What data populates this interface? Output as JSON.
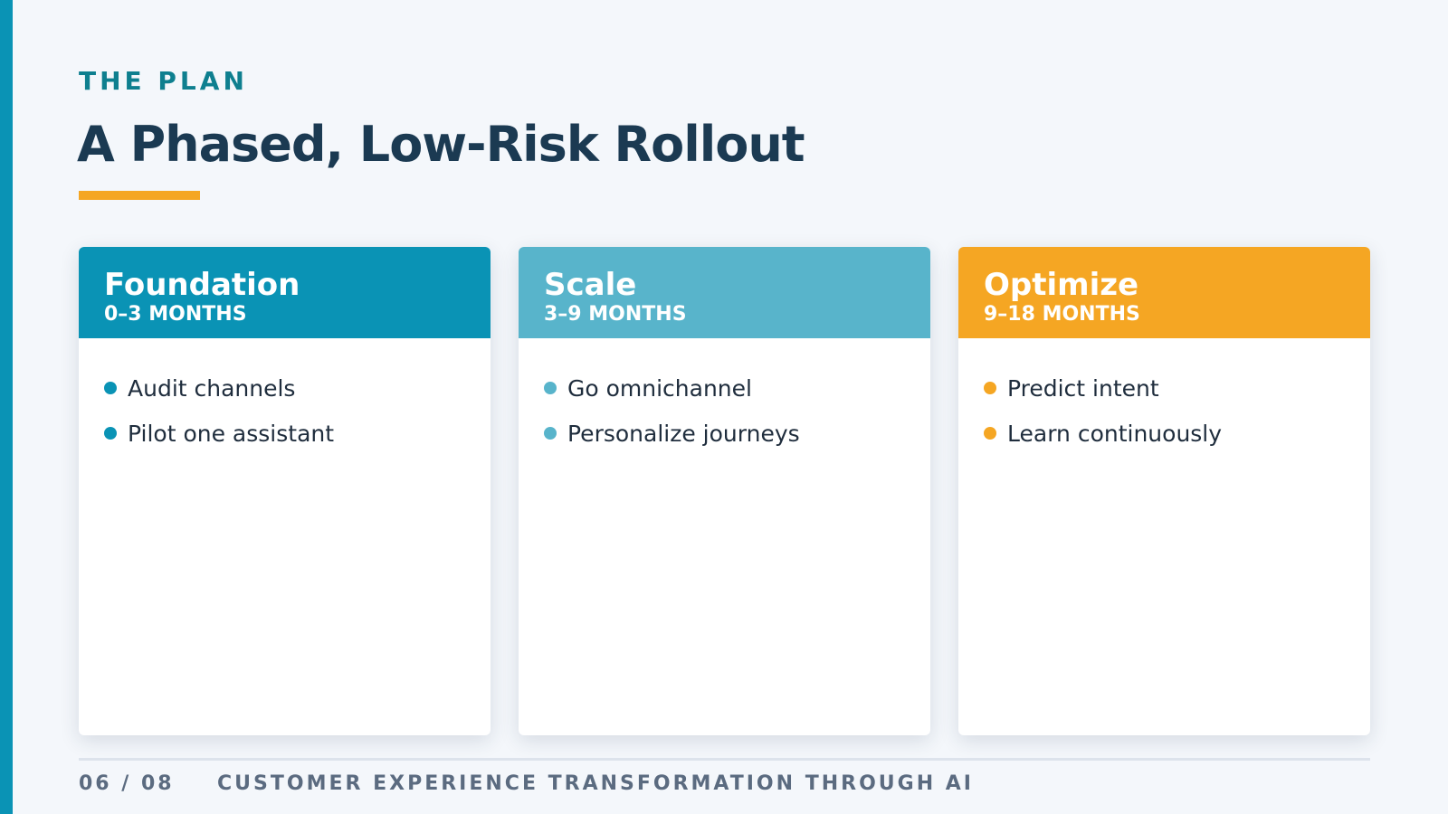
{
  "header": {
    "eyebrow": "THE PLAN",
    "title": "A Phased, Low-Risk Rollout"
  },
  "colors": {
    "accent_bar": "#0a93b5",
    "title_rule": "#f5a623"
  },
  "phases": [
    {
      "title": "Foundation",
      "duration": "0–3 MONTHS",
      "color": "#0a93b5",
      "items": [
        "Audit channels",
        "Pilot one assistant"
      ]
    },
    {
      "title": "Scale",
      "duration": "3–9 MONTHS",
      "color": "#58b4cb",
      "items": [
        "Go omnichannel",
        "Personalize journeys"
      ]
    },
    {
      "title": "Optimize",
      "duration": "9–18 MONTHS",
      "color": "#f5a623",
      "items": [
        "Predict intent",
        "Learn continuously"
      ]
    }
  ],
  "footer": {
    "page": "06 / 08",
    "deck_title": "CUSTOMER EXPERIENCE TRANSFORMATION THROUGH AI"
  }
}
